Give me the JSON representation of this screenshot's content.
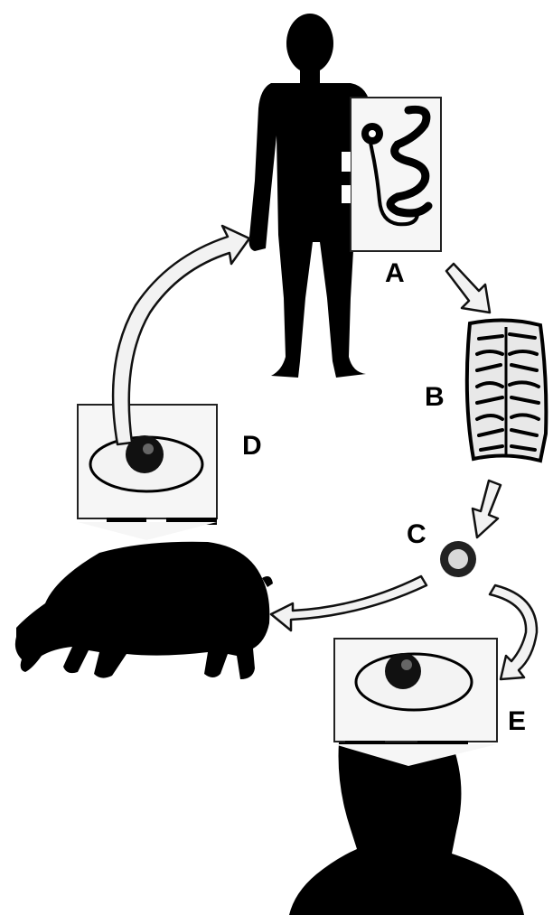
{
  "labels": {
    "a": "A",
    "b": "B",
    "c": "C",
    "d": "D",
    "e": "E"
  },
  "colors": {
    "silhouette": "#000000",
    "panel_fill": "#f6f6f6",
    "arrow_fill": "#f2f2f2",
    "outline": "#111111"
  },
  "icons": {
    "human": "human-silhouette-icon",
    "tapeworm": "tapeworm-icon",
    "segment": "proglottid-segment-icon",
    "egg": "egg-icon",
    "pig": "pig-silhouette-icon",
    "cyst_pig": "cysticercus-eye-icon",
    "cyst_human": "cysticercus-eye-icon",
    "head": "human-head-silhouette-icon"
  }
}
